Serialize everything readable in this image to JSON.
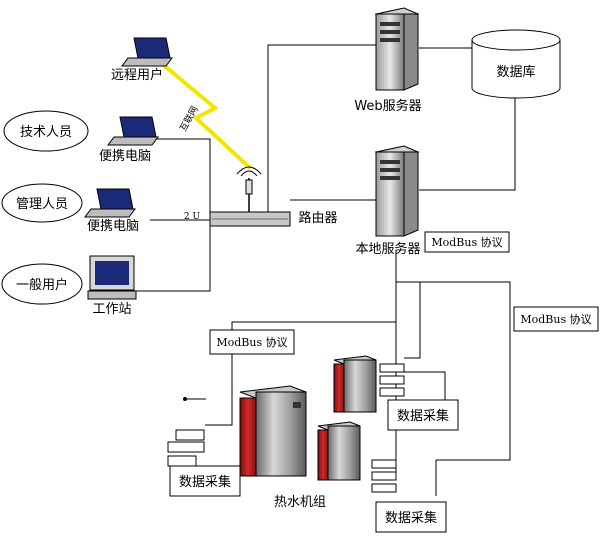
{
  "users": {
    "remote_user": "远程用户",
    "tech_staff": "技术人员",
    "manager": "管理人员",
    "general_user": "一般用户"
  },
  "devices": {
    "laptop_tech": "便携电脑",
    "laptop_manager": "便携电脑",
    "workstation": "工作站",
    "router": "路由器",
    "router_label": "2 U",
    "internet_label": "互联网"
  },
  "servers": {
    "web": "Web服务器",
    "local": "本地服务器",
    "database": "数据库"
  },
  "protocols": {
    "modbus_a": "ModBus 协议",
    "modbus_b": "ModBus 协议",
    "modbus_c": "ModBus 协议"
  },
  "plant": {
    "unit_label": "热水机组",
    "collect_a": "数据采集",
    "collect_b": "数据采集",
    "collect_c": "数据采集"
  }
}
